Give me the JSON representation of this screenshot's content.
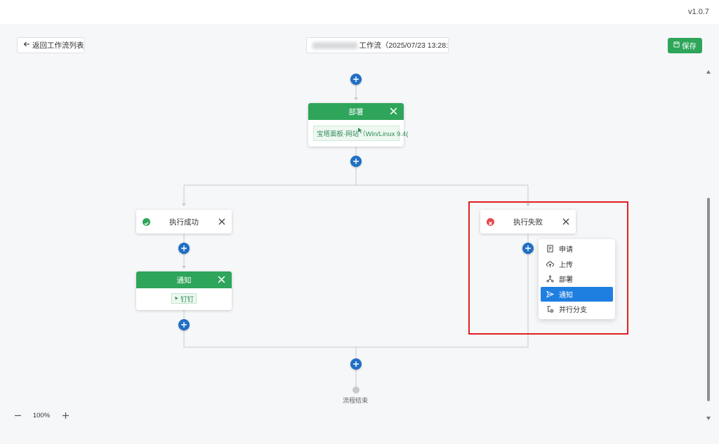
{
  "app": {
    "version": "v1.0.7"
  },
  "header": {
    "back_label": "返回工作流列表",
    "workflow_title": "工作流（2025/07/23 13:28:",
    "save_label": "保存"
  },
  "nodes": {
    "deploy": {
      "title": "部署",
      "target": "宝塔面板-网站（Win/Linux 9.4("
    },
    "success_branch": {
      "label": "执行成功",
      "status": "success"
    },
    "fail_branch": {
      "label": "执行失败",
      "status": "fail"
    },
    "notify": {
      "title": "通知",
      "channel": "钉钉"
    },
    "end": {
      "label": "流程结束"
    }
  },
  "add_menu": {
    "items": [
      {
        "label": "申请",
        "icon": "document-icon"
      },
      {
        "label": "上传",
        "icon": "cloud-upload-icon"
      },
      {
        "label": "部署",
        "icon": "deploy-nodes-icon"
      },
      {
        "label": "通知",
        "icon": "send-icon",
        "selected": true
      },
      {
        "label": "并行分支",
        "icon": "branch-icon"
      }
    ]
  },
  "zoom": {
    "level": "100%"
  },
  "colors": {
    "primary_green": "#2ea55a",
    "add_blue": "#1f6fc4",
    "menu_selected": "#1f7fe0",
    "highlight_red": "#e02020"
  }
}
